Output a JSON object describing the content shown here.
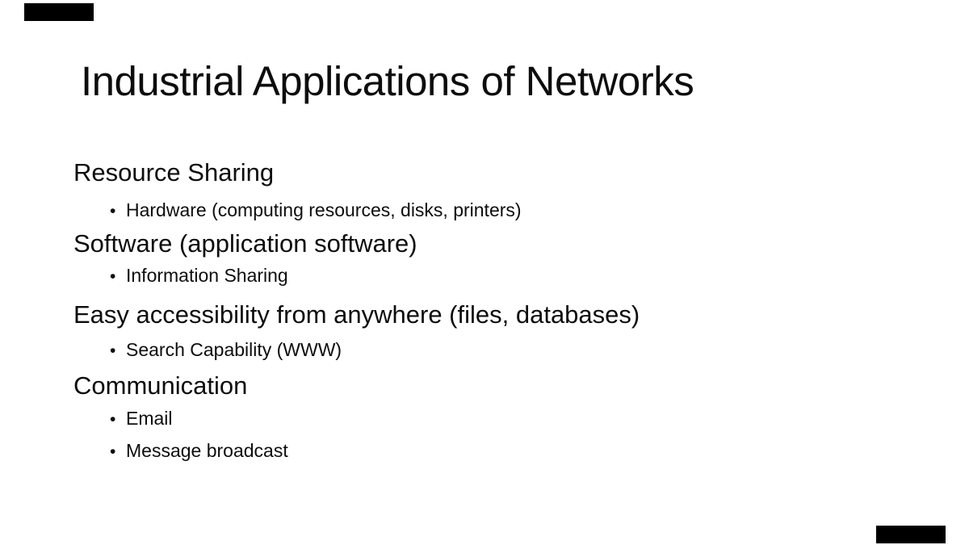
{
  "slide": {
    "title": "Industrial Applications of Networks",
    "bullet_char": "•",
    "content": [
      {
        "type": "heading",
        "text": "Resource Sharing"
      },
      {
        "type": "bullet",
        "text": "Hardware (computing resources, disks, printers)"
      },
      {
        "type": "heading",
        "text": "Software (application software)"
      },
      {
        "type": "bullet",
        "text": "Information Sharing"
      },
      {
        "type": "heading",
        "text": "Easy accessibility from anywhere (files, databases)"
      },
      {
        "type": "bullet",
        "text": "Search Capability (WWW)"
      },
      {
        "type": "heading",
        "text": "Communication"
      },
      {
        "type": "bullet",
        "text": "Email"
      },
      {
        "type": "bullet",
        "text": "Message broadcast"
      }
    ]
  },
  "decor": {
    "background_color": "#ffffff",
    "text_color": "#0d0d0d",
    "bar_color": "#000000"
  }
}
